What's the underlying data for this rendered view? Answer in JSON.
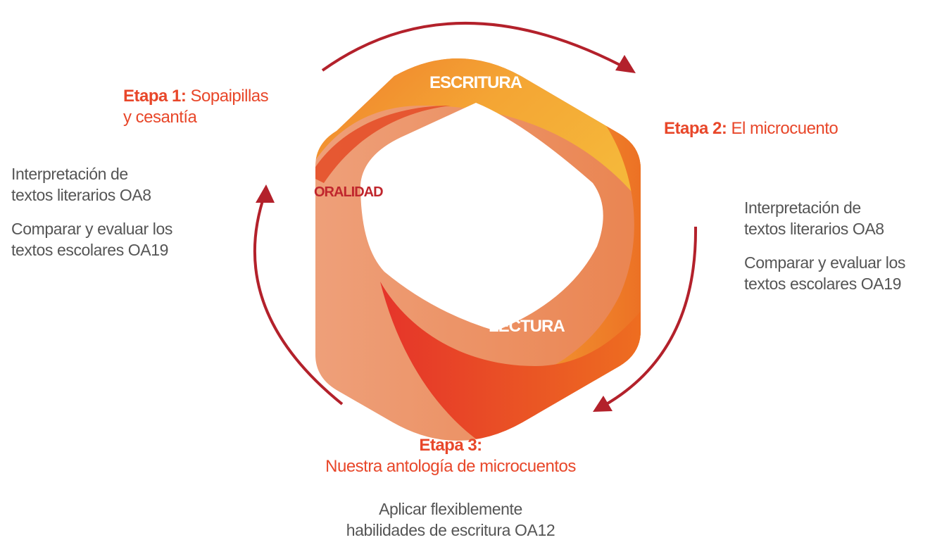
{
  "diagram": {
    "skills": {
      "top": "ESCRITURA",
      "left": "ORALIDAD",
      "bottom": "LECTURA"
    },
    "stages": [
      {
        "label": "Etapa 1:",
        "name_line1": "Sopaipillas",
        "name_line2": "y cesantía",
        "objectives": [
          {
            "line1": "Interpretación de",
            "line2": "textos literarios OA8"
          },
          {
            "line1": "Comparar y evaluar los",
            "line2": "textos escolares OA19"
          }
        ]
      },
      {
        "label": "Etapa 2:",
        "name_line1": "El microcuento",
        "objectives": [
          {
            "line1": "Interpretación de",
            "line2": "textos literarios OA8"
          },
          {
            "line1": "Comparar y evaluar los",
            "line2": "textos escolares OA19"
          }
        ]
      },
      {
        "label": "Etapa 3:",
        "name_line1": "Nuestra antología de microcuentos",
        "objectives": [
          {
            "line1": "Aplicar flexiblemente",
            "line2": "habilidades de escritura OA12"
          }
        ]
      }
    ],
    "colors": {
      "stage_title": "#e8472a",
      "objective_text": "#555555",
      "arrow": "#b3212b",
      "oralidad": "#c0262d",
      "hex_light": "#f5b335",
      "hex_mid": "#ef7d2a",
      "hex_dark": "#e63a24"
    }
  }
}
